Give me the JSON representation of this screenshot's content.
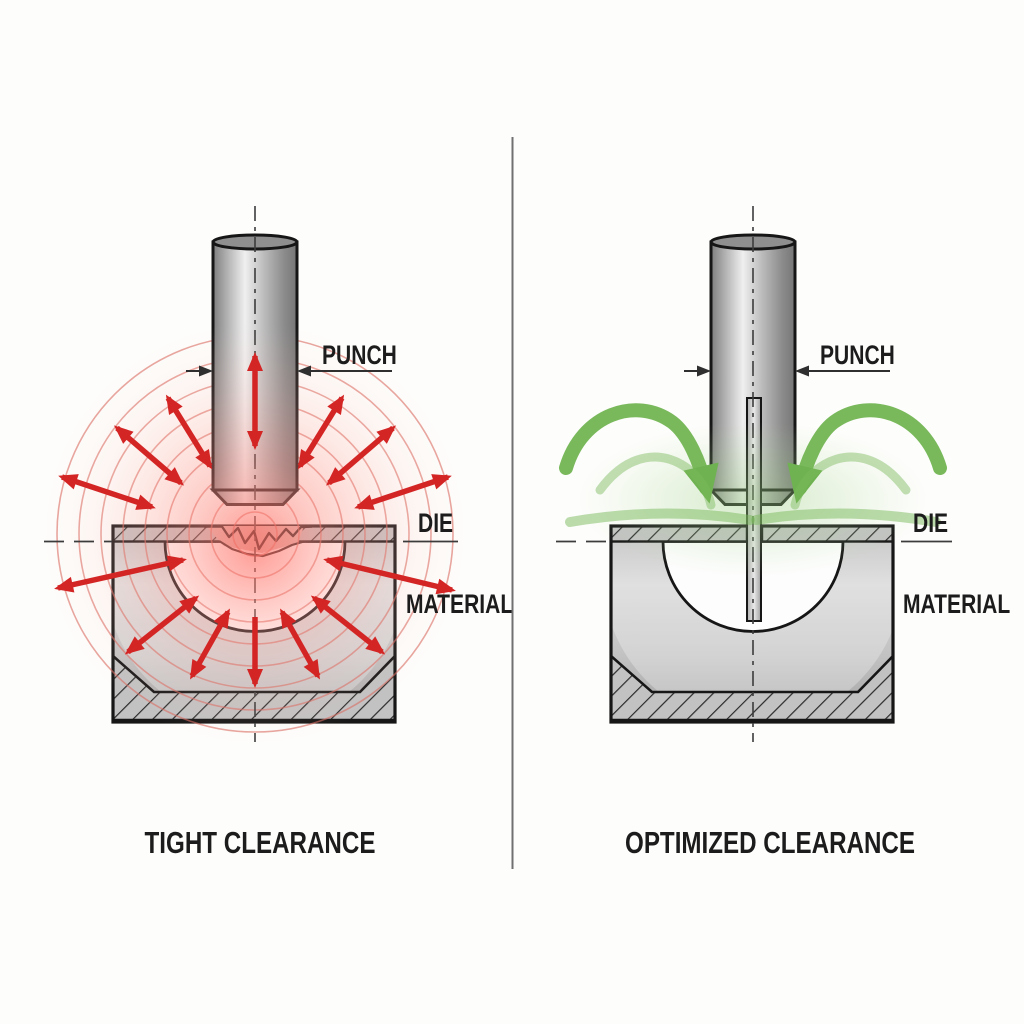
{
  "diagram": {
    "background_color": "#fdfdfb",
    "divider_color": "#707070",
    "outline_color": "#1a1a1a",
    "metal_color": "#c6c6c6",
    "panels": [
      {
        "id": "tight-clearance",
        "caption": "TIGHT CLEARANCE",
        "punch_label": "PUNCH",
        "die_label": "DIE",
        "material_label": "MATERIAL",
        "stress_color": "#d42525",
        "stress_ring_color": "#d96a60"
      },
      {
        "id": "optimized-clearance",
        "caption": "OPTIMIZED CLEARANCE",
        "punch_label": "PUNCH",
        "die_label": "DIE",
        "material_label": "MATERIAL",
        "flow_color": "#79b95c"
      }
    ]
  }
}
